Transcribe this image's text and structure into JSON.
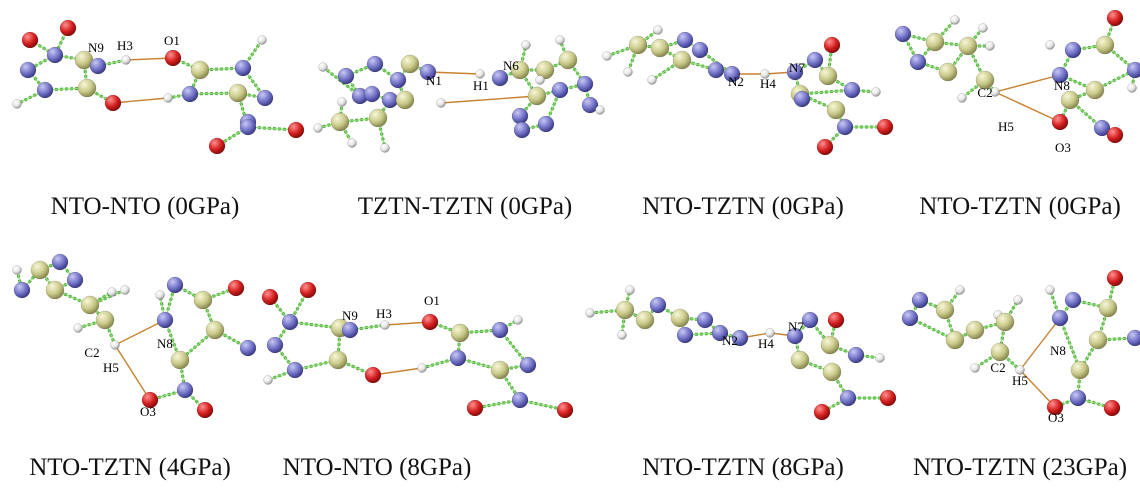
{
  "panels": [
    {
      "caption": "NTO-NTO (0GPa)",
      "labels": [
        "N9",
        "H3",
        "O1"
      ]
    },
    {
      "caption": "TZTN-TZTN (0GPa)",
      "labels": [
        "N1",
        "H1",
        "N6"
      ]
    },
    {
      "caption": "NTO-TZTN (0GPa)",
      "labels": [
        "N2",
        "H4",
        "N7"
      ]
    },
    {
      "caption": "NTO-TZTN (0GPa)",
      "labels": [
        "C2",
        "H5",
        "N8",
        "O3"
      ]
    },
    {
      "caption": "NTO-TZTN (4GPa)",
      "labels": [
        "C2",
        "H5",
        "N8",
        "O3"
      ]
    },
    {
      "caption": "NTO-NTO (8GPa)",
      "labels": [
        "N9",
        "H3",
        "O1"
      ]
    },
    {
      "caption": "NTO-TZTN (8GPa)",
      "labels": [
        "N2",
        "H4",
        "N7"
      ]
    },
    {
      "caption": "NTO-TZTN (23GPa)",
      "labels": [
        "C2",
        "H5",
        "N8",
        "O3"
      ]
    }
  ],
  "colors": {
    "carbon": "#c9c98a",
    "nitrogen": "#7272c8",
    "oxygen": "#d42020",
    "hydrogen": "#e6e6e6",
    "bond": "#46a83a",
    "hydrogen_bond": "#c7822f"
  }
}
